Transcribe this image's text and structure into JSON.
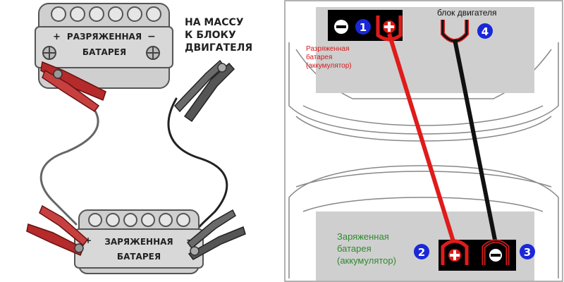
{
  "left_panel": {
    "discharged_battery": {
      "label_line1": "РАЗРЯЖЕННАЯ",
      "label_line2": "БАТАРЕЯ",
      "plus_sign": "+",
      "minus_sign": "−"
    },
    "charged_battery": {
      "label_line1": "ЗАРЯЖЕННАЯ",
      "label_line2": "БАТАРЕЯ",
      "plus_sign": "+",
      "minus_sign": "−"
    },
    "ground_note": {
      "line1": "НА МАССУ",
      "line2": "К БЛОКУ",
      "line3": "ДВИГАТЕЛЯ"
    }
  },
  "right_panel": {
    "engine_block_label": "блок двигателя",
    "discharged_label": {
      "line1": "Разряженная",
      "line2": "батарея",
      "line3": "(аккумулятор)"
    },
    "charged_label": {
      "line1": "Заряженная",
      "line2": "батарея",
      "line3": "(аккумулятор)"
    },
    "markers": [
      "1",
      "2",
      "3",
      "4"
    ],
    "colors": {
      "positive_cable": "#e01b1b",
      "negative_cable": "#111111",
      "marker_fill": "#1a28d8",
      "label_red": "#d41a1a",
      "label_green": "#2f8a2f"
    }
  }
}
